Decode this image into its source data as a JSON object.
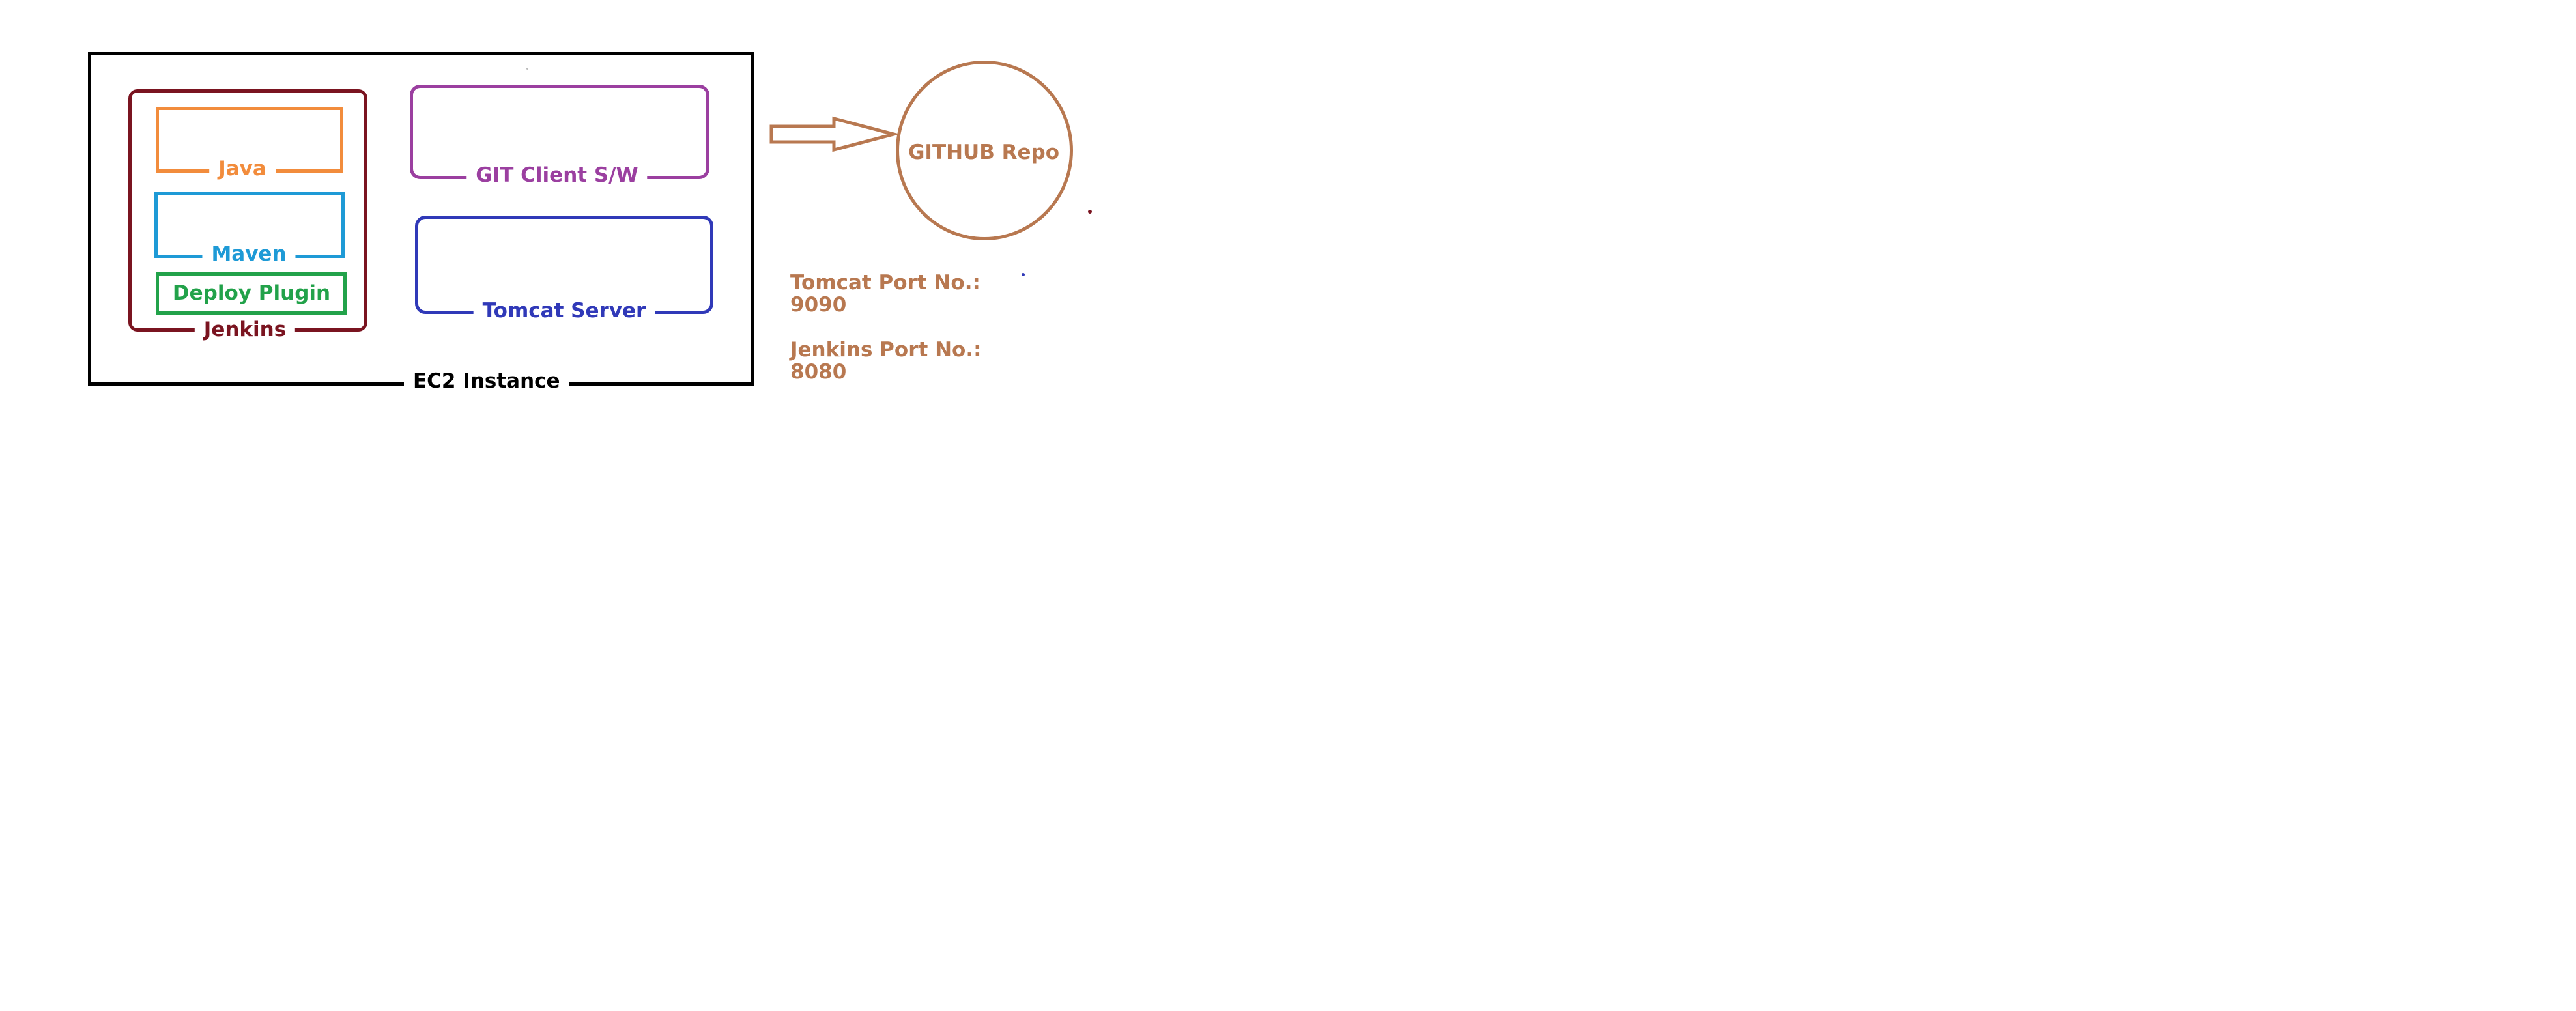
{
  "colors": {
    "ec2": "#000000",
    "jenkins": "#7a1420",
    "java": "#f28c3c",
    "maven": "#1e9ad6",
    "deploy_plugin": "#22a24a",
    "git_client": "#9b3fa0",
    "tomcat": "#3039b8",
    "github": "#b87850",
    "notes": "#b87850"
  },
  "ec2_instance": {
    "label": "EC2 Instance"
  },
  "jenkins": {
    "label": "Jenkins",
    "components": {
      "java": "Java",
      "maven": "Maven",
      "deploy_plugin": "Deploy Plugin"
    }
  },
  "git_client": {
    "label": "GIT Client S/W"
  },
  "tomcat_server": {
    "label": "Tomcat Server"
  },
  "github_repo": {
    "label": "GITHUB Repo"
  },
  "arrow": {
    "icon": "arrow-right-icon"
  },
  "notes": {
    "tomcat_port_label": "Tomcat Port No.:",
    "tomcat_port_value": "9090",
    "jenkins_port_label": "Jenkins Port No.:",
    "jenkins_port_value": "8080"
  }
}
